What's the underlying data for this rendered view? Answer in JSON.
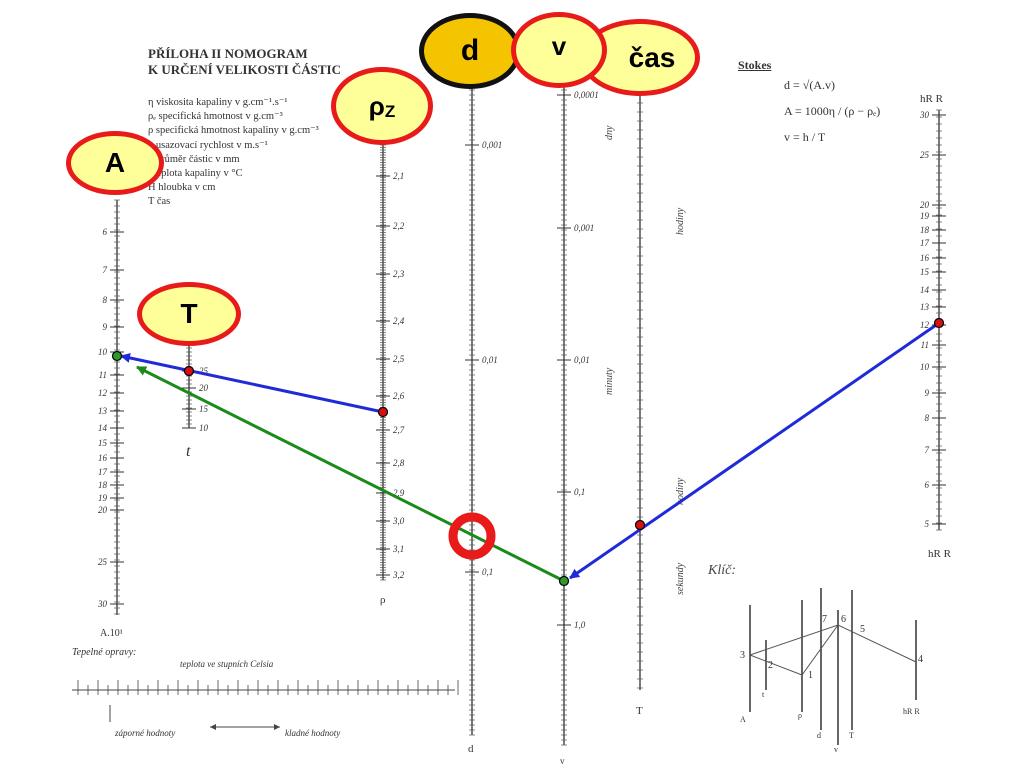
{
  "header": {
    "line1": "PŘÍLOHA II  NOMOGRAM",
    "line2": "K URČENÍ VELIKOSTI ČÁSTIC"
  },
  "legend": [
    "η  viskosita kapaliny v g.cm⁻¹.s⁻¹",
    "ρₑ specifická hmotnost v g.cm⁻³",
    "ρ  specifická hmotnost kapaliny v g.cm⁻³",
    "v  usazovací rychlost v m.s⁻¹",
    "d  průměr částic v mm",
    "t  teplota kapaliny v °C",
    "H  hloubka v cm",
    "T  čas"
  ],
  "stokes": {
    "title": "Stokes",
    "f1": "d = √(A.v)",
    "f2": "A = 1000η / (ρ − ρₑ)",
    "f3": "v = h / T"
  },
  "badges": {
    "A": "A",
    "T": "T",
    "rho": "ρ",
    "rho_sub": "Z",
    "d": "d",
    "v": "v",
    "cas": "čas"
  },
  "axis_labels": {
    "A_bottom": "A.10¹",
    "t": "t",
    "rho": "ρ",
    "d": "d",
    "v": "v",
    "T": "T",
    "hR_top": "hR R",
    "hR_bottom": "hR R"
  },
  "scales": {
    "A": [
      "6",
      "7",
      "8",
      "9",
      "10",
      "11",
      "12",
      "13",
      "14",
      "15",
      "16",
      "17",
      "18",
      "19",
      "20",
      "25",
      "30"
    ],
    "t": [
      "25",
      "20",
      "15",
      "10"
    ],
    "rho": [
      "2,1",
      "2,2",
      "2,3",
      "2,4",
      "2,5",
      "2,6",
      "2,7",
      "2,8",
      "2,9",
      "3,0",
      "3,1",
      "3,2"
    ],
    "d": [
      "0,001",
      "0,01",
      "0,1"
    ],
    "v": [
      "0,0001",
      "0,001",
      "0,01",
      "0,1",
      "1,0"
    ],
    "hR": [
      "30",
      "25",
      "20",
      "19",
      "18",
      "17",
      "16",
      "15",
      "14",
      "13",
      "12",
      "11",
      "10",
      "9",
      "8",
      "7",
      "6",
      "5"
    ]
  },
  "time_words": {
    "dny": "dny",
    "hodiny_top": "hodiny",
    "minuty": "minuty",
    "hodiny_bottom": "hodiny",
    "sekundy": "sekundy"
  },
  "thermal": {
    "title": "Tepelné opravy:",
    "subtitle": "teplota ve stupních Celsia",
    "neg": "záporné hodnoty",
    "pos": "kladné hodnoty"
  },
  "key": {
    "title": "Klíč:",
    "labels": {
      "A": "A",
      "rho": "ρ",
      "d": "d",
      "T": "T",
      "hR": "hR R",
      "v": "v"
    },
    "points": [
      "3",
      "2",
      "1",
      "7",
      "6",
      "5",
      "4"
    ]
  },
  "colors": {
    "blue": "#1f2bd6",
    "green": "#1b8a1b",
    "red": "#e81a1a",
    "yellow": "#ffff99",
    "gold": "#f5c400"
  }
}
